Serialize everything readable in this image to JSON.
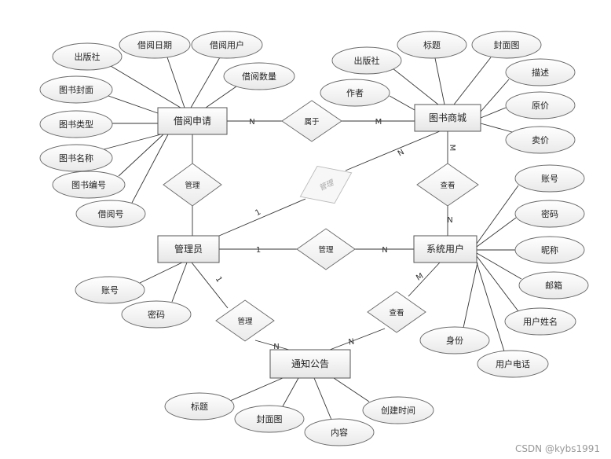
{
  "entities": [
    {
      "id": "borrow",
      "label": "借阅申请"
    },
    {
      "id": "mall",
      "label": "图书商城"
    },
    {
      "id": "admin",
      "label": "管理员"
    },
    {
      "id": "user",
      "label": "系统用户"
    },
    {
      "id": "notice",
      "label": "通知公告"
    }
  ],
  "relationships": [
    {
      "id": "r_belong",
      "label": "属于"
    },
    {
      "id": "r_manage_borrow",
      "label": "管理"
    },
    {
      "id": "r_manage_mall",
      "label": "管理"
    },
    {
      "id": "r_view_mall",
      "label": "查看"
    },
    {
      "id": "r_manage_user",
      "label": "管理"
    },
    {
      "id": "r_manage_notice",
      "label": "管理"
    },
    {
      "id": "r_view_notice",
      "label": "查看"
    }
  ],
  "attributes": [
    {
      "id": "b_publisher",
      "entity": "borrow",
      "label": "出版社"
    },
    {
      "id": "b_date",
      "entity": "borrow",
      "label": "借阅日期"
    },
    {
      "id": "b_user",
      "entity": "borrow",
      "label": "借阅用户"
    },
    {
      "id": "b_qty",
      "entity": "borrow",
      "label": "借阅数量"
    },
    {
      "id": "b_cover",
      "entity": "borrow",
      "label": "图书封面"
    },
    {
      "id": "b_type",
      "entity": "borrow",
      "label": "图书类型"
    },
    {
      "id": "b_name",
      "entity": "borrow",
      "label": "图书名称"
    },
    {
      "id": "b_code",
      "entity": "borrow",
      "label": "图书编号"
    },
    {
      "id": "b_no",
      "entity": "borrow",
      "label": "借阅号"
    },
    {
      "id": "m_publisher",
      "entity": "mall",
      "label": "出版社"
    },
    {
      "id": "m_title",
      "entity": "mall",
      "label": "标题"
    },
    {
      "id": "m_cover",
      "entity": "mall",
      "label": "封面图"
    },
    {
      "id": "m_author",
      "entity": "mall",
      "label": "作者"
    },
    {
      "id": "m_desc",
      "entity": "mall",
      "label": "描述"
    },
    {
      "id": "m_price",
      "entity": "mall",
      "label": "原价"
    },
    {
      "id": "m_sale",
      "entity": "mall",
      "label": "卖价"
    },
    {
      "id": "a_account",
      "entity": "admin",
      "label": "账号"
    },
    {
      "id": "a_pwd",
      "entity": "admin",
      "label": "密码"
    },
    {
      "id": "u_account",
      "entity": "user",
      "label": "账号"
    },
    {
      "id": "u_pwd",
      "entity": "user",
      "label": "密码"
    },
    {
      "id": "u_nick",
      "entity": "user",
      "label": "昵称"
    },
    {
      "id": "u_mail",
      "entity": "user",
      "label": "邮箱"
    },
    {
      "id": "u_name",
      "entity": "user",
      "label": "用户姓名"
    },
    {
      "id": "u_id",
      "entity": "user",
      "label": "身份"
    },
    {
      "id": "u_phone",
      "entity": "user",
      "label": "用户电话"
    },
    {
      "id": "n_title",
      "entity": "notice",
      "label": "标题"
    },
    {
      "id": "n_cover",
      "entity": "notice",
      "label": "封面图"
    },
    {
      "id": "n_content",
      "entity": "notice",
      "label": "内容"
    },
    {
      "id": "n_time",
      "entity": "notice",
      "label": "创建时间"
    }
  ],
  "cardinalities": [
    {
      "id": "c1",
      "label": "N"
    },
    {
      "id": "c2",
      "label": "M"
    },
    {
      "id": "c3",
      "label": "N"
    },
    {
      "id": "c4",
      "label": "1"
    },
    {
      "id": "c5",
      "label": "M"
    },
    {
      "id": "c6",
      "label": "N"
    },
    {
      "id": "c7",
      "label": "1"
    },
    {
      "id": "c8",
      "label": "N"
    },
    {
      "id": "c9",
      "label": "1"
    },
    {
      "id": "c10",
      "label": "N"
    },
    {
      "id": "c11",
      "label": "M"
    },
    {
      "id": "c12",
      "label": "N"
    }
  ],
  "watermark": "CSDN @kybs1991"
}
